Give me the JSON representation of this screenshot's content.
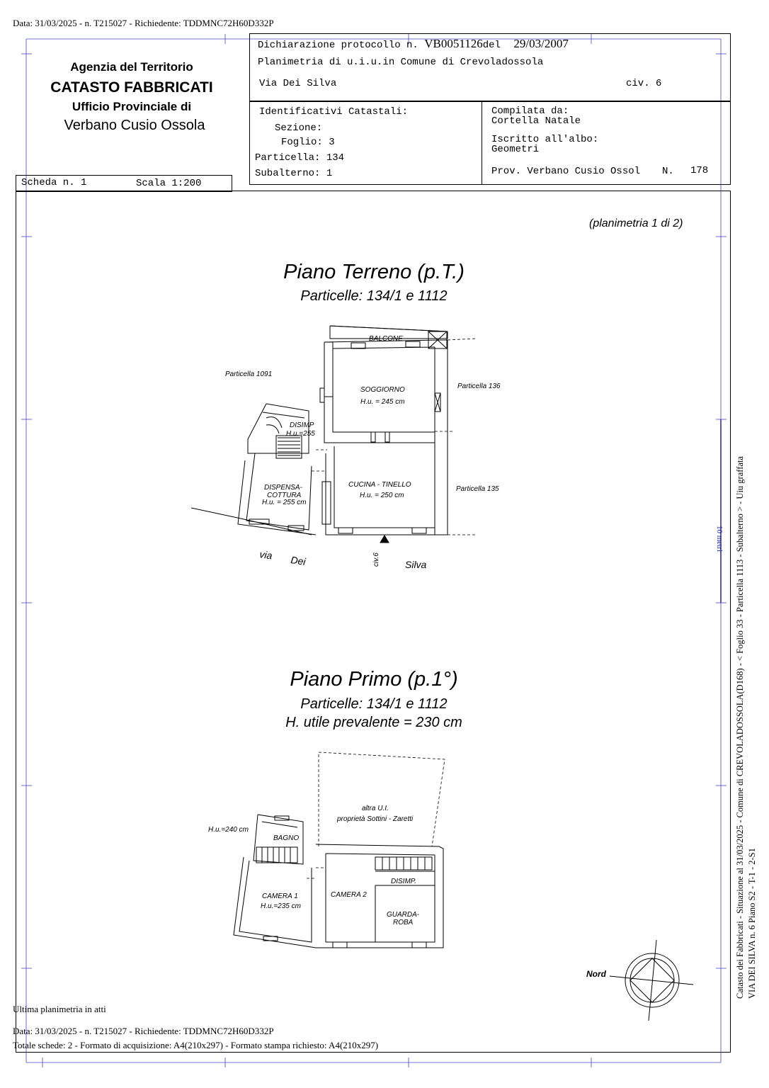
{
  "top_line": "Data: 31/03/2025 - n. T215027 - Richiedente: TDDMNC72H60D332P",
  "agency": {
    "line1": "Agenzia del Territorio",
    "line2": "CATASTO FABBRICATI",
    "line3": "Ufficio Provinciale di",
    "line4": "Verbano Cusio Ossola"
  },
  "declaration": {
    "prefix": "Dichiarazione protocollo n.",
    "number": "VB0051126",
    "del": "del",
    "date": "29/03/2007",
    "plan": "Planimetria di u.i.u.in Comune di Crevoladossola",
    "street": "Via Dei Silva",
    "civ": "civ. 6"
  },
  "identifiers": {
    "title": "Identificativi Catastali:",
    "sezione": "Sezione:",
    "foglio": "Foglio: 3",
    "particella": "Particella: 134",
    "subalterno": "Subalterno: 1"
  },
  "compiler": {
    "label": "Compilata da:",
    "name": "Cortella Natale",
    "albo_label": "Iscritto all'albo:",
    "albo": "Geometri",
    "prov": "Prov. Verbano Cusio Ossol",
    "n_label": "N.",
    "n_value": "178"
  },
  "scheda": {
    "label": "Scheda n. 1",
    "scale": "Scala 1:200"
  },
  "plan_count": "(planimetria 1 di 2)",
  "ground_floor": {
    "title": "Piano Terreno (p.T.)",
    "subtitle": "Particelle: 134/1 e 1112",
    "rooms": {
      "balcone": "BALCONE",
      "soggiorno": "SOGGIORNO",
      "soggiorno_h": "H.u. = 245 cm",
      "disimp": "DISIMP",
      "disimp_h": "H.u.=255",
      "dispensa1": "DISPENSA-",
      "dispensa2": "COTTURA",
      "dispensa_h": "H.u. = 255 cm",
      "cucina": "CUCINA - TINELLO",
      "cucina_h": "H.u. = 250 cm"
    },
    "neighbors": {
      "p1091": "Particella 1091",
      "p136": "Particella 136",
      "p135": "Particella 135"
    },
    "street": {
      "via": "via",
      "dei": "Dei",
      "silva": "Silva",
      "civ": "civ.6"
    }
  },
  "first_floor": {
    "title": "Piano Primo (p.1°)",
    "subtitle": "Particelle: 134/1 e 1112",
    "height": "H. utile prevalente = 230 cm",
    "rooms": {
      "altra1": "altra U.I.",
      "altra2": "proprietà Sottini - Zaretti",
      "hu240": "H.u.=240 cm",
      "bagno": "BAGNO",
      "camera1": "CAMERA 1",
      "camera1_h": "H.u.=235 cm",
      "camera2": "CAMERA 2",
      "disimp": "DISIMP.",
      "guarda1": "GUARDA-",
      "guarda2": "ROBA"
    }
  },
  "nord": "Nord",
  "side_text1": "Catasto dei Fabbricati - Situazione al 31/03/2025 - Comune di CREVOLADOSSOLA(D168) - < Foglio 33 - Particella 1113 - Subalterno > - Uiu graffata",
  "side_text2": "VIA DEI SILVA n. 6 Piano S2 - T-1 - 2-S1",
  "ruler_label": "10 metri",
  "footer": {
    "last": "Ultima planimetria in atti",
    "line1": "Data: 31/03/2025 - n. T215027 - Richiedente: TDDMNC72H60D332P",
    "line2": "Totale schede: 2 - Formato di acquisizione: A4(210x297)  - Formato stampa richiesto: A4(210x297)"
  }
}
